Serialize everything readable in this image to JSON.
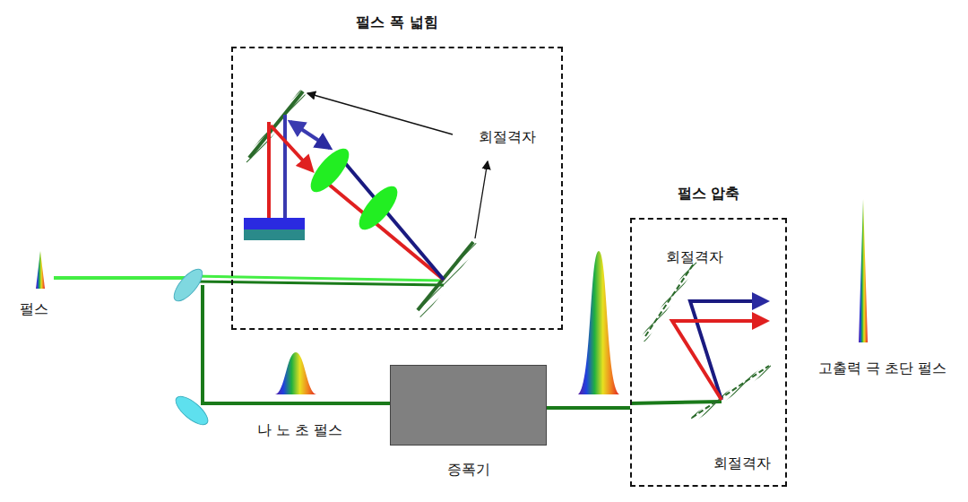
{
  "diagram": {
    "nodes": [
      {
        "text": [
          "펄스 폭 넓힘"
        ]
      },
      {
        "text": [
          "증폭기"
        ]
      },
      {
        "text": [
          "펄스 압축"
        ]
      }
    ],
    "edges": [
      {
        "from": 1,
        "to": 2,
        "arrow": "none"
      }
    ],
    "labels": [
      "펄스",
      "회절격자",
      "나 노 초 펄스",
      "회절격자",
      "회절격자",
      "고출력 극 초단 펄스"
    ]
  }
}
